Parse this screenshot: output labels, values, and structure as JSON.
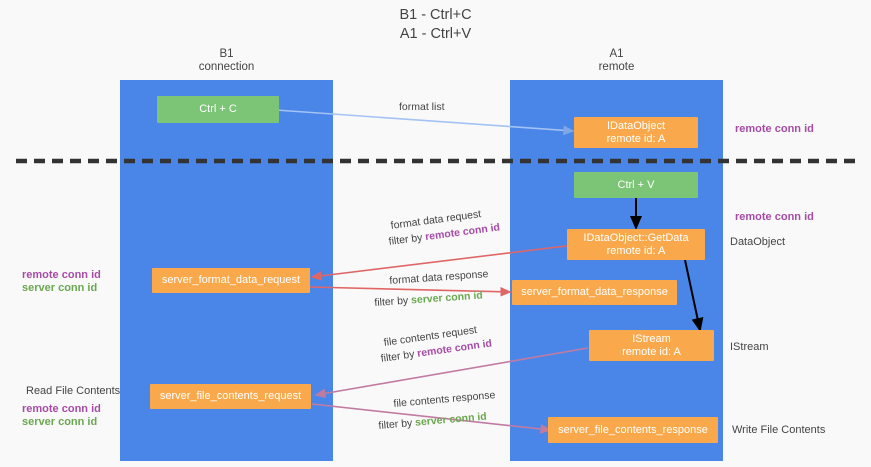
{
  "title": {
    "line1": "B1 - Ctrl+C",
    "line2": "A1 - Ctrl+V"
  },
  "columns": [
    {
      "name": "B1",
      "role": "connection"
    },
    {
      "name": "A1",
      "role": "remote"
    }
  ],
  "colors": {
    "lane": "#4a86e8",
    "orange": "#f9a94c",
    "green": "#7cc576",
    "remote_conn": "#a64ca6",
    "server_conn": "#6aa84f",
    "background": "#f9f9f9",
    "arrow_blue": "#a4c2f4",
    "arrow_red": "#e06666",
    "arrow_purple": "#c27ba0",
    "arrow_black": "#000000",
    "divider": "#333333"
  },
  "boxes": {
    "ctrl_c": {
      "label": "Ctrl + C"
    },
    "ctrl_v": {
      "label": "Ctrl + V"
    },
    "idataobject": {
      "line1": "IDataObject",
      "line2": "remote id: A"
    },
    "getdata": {
      "line1": "IDataObject::GetData",
      "line2": "remote id: A"
    },
    "istream": {
      "line1": "IStream",
      "line2": "remote id: A"
    },
    "server_format_data_request": {
      "label": "server_format_data_request"
    },
    "server_format_data_response": {
      "label": "server_format_data_response"
    },
    "server_file_contents_request": {
      "label": "server_file_contents_request"
    },
    "server_file_contents_response": {
      "label": "server_file_contents_response"
    }
  },
  "edge_labels": {
    "format_list": "format list",
    "format_data_request": {
      "line1": "format data request",
      "prefix": "filter by ",
      "key": "remote conn id"
    },
    "format_data_response": {
      "line1": "format data response",
      "prefix": "filter by ",
      "key": "server conn id"
    },
    "file_contents_request": {
      "line1": "file contents request",
      "prefix": "filter by ",
      "key": "remote conn id"
    },
    "file_contents_response": {
      "line1": "file contents response",
      "prefix": "filter by ",
      "key": "server conn id"
    }
  },
  "annotations": {
    "right_remote_conn_top": "remote conn id",
    "right_remote_conn_mid": "remote conn id",
    "right_dataobject": "DataObject",
    "right_istream": "IStream",
    "right_write_file": "Write File Contents",
    "left_remote_conn": "remote conn id",
    "left_server_conn": "server conn id",
    "left_read_file": "Read File Contents",
    "left_remote_conn2": "remote conn id",
    "left_server_conn2": "server conn id"
  }
}
